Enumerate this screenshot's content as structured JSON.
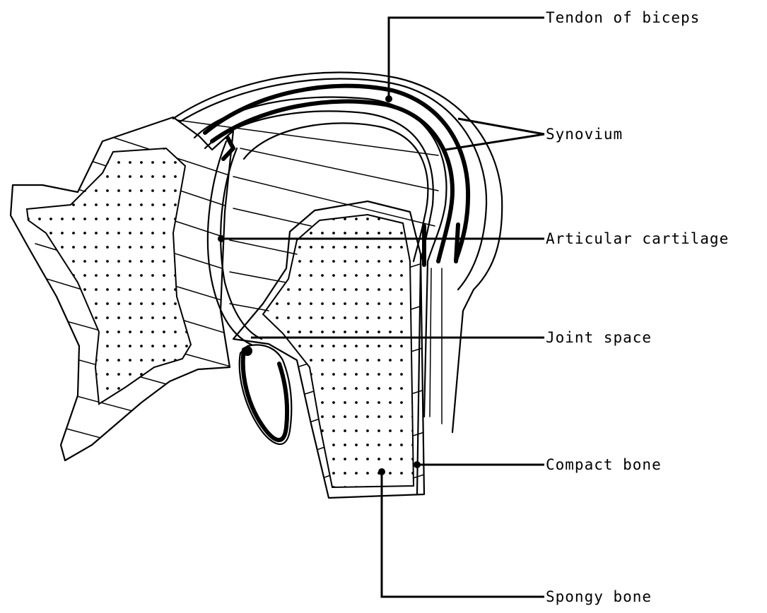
{
  "labels": {
    "tendon": "Tendon of biceps",
    "synovium": "Synovium",
    "cartilage": "Articular cartilage",
    "joint_space": "Joint space",
    "compact": "Compact bone",
    "spongy": "Spongy bone"
  },
  "colors": {
    "ink": "#000000",
    "background": "#ffffff"
  }
}
